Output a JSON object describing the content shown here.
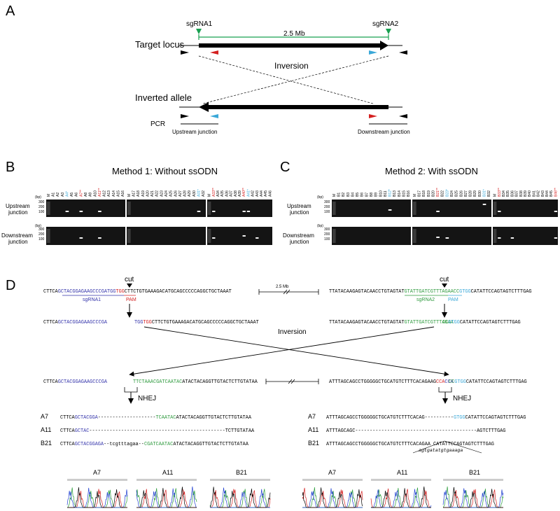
{
  "colors": {
    "sgrna1": "#3333aa",
    "sgrna2": "#2e9a3e",
    "pam_red": "#d42020",
    "pam_blue": "#3aa8d8",
    "green_marker": "#18a050",
    "gel_bg": "#141414",
    "band": "#f2f2f2"
  },
  "panel_a": {
    "letter": "A",
    "target_locus": "Target locus",
    "sgrna1": "sgRNA1",
    "sgrna2": "sgRNA2",
    "distance": "2.5 Mb",
    "inversion": "Inversion",
    "inverted_allele": "Inverted allele",
    "pcr": "PCR",
    "upstream_junction": "Upstream junction",
    "downstream_junction": "Downstream junction"
  },
  "panel_b": {
    "letter": "B",
    "title": "Method 1: Without ssODN",
    "bp": "(bp)",
    "ladder": [
      "300",
      "200",
      "100"
    ],
    "row_up_1": "Upstream",
    "row_up_2": "junction",
    "row_down_1": "Downstream",
    "row_down_2": "junction",
    "lanes": [
      [
        "M",
        "A1",
        "A2",
        "A3",
        "A4*",
        "A5",
        "A6",
        "A7**",
        "A8",
        "A9",
        "A10",
        "A11**",
        "A12",
        "A13",
        "A14",
        "A15",
        "A16"
      ],
      [
        "M",
        "A17",
        "A18",
        "A19",
        "A20",
        "A21",
        "A22",
        "A23",
        "A24",
        "A25",
        "A26",
        "A27",
        "A28",
        "A29",
        "A30",
        "A31*",
        "A32"
      ],
      [
        "M",
        "A33**",
        "A34",
        "A35",
        "A36",
        "A37",
        "A38",
        "A39",
        "A40**",
        "A41*",
        "A42",
        "A43",
        "A44",
        "A45",
        "A46"
      ]
    ]
  },
  "panel_c": {
    "letter": "C",
    "title": "Method 2: With ssODN",
    "bp": "(bp)",
    "ladder": [
      "300",
      "200",
      "100"
    ],
    "row_up_1": "Upstream",
    "row_up_2": "junction",
    "row_down_1": "Downstream",
    "row_down_2": "junction",
    "lanes": [
      [
        "M",
        "B1",
        "B2",
        "B3",
        "B4",
        "B5",
        "B6",
        "B7",
        "B8",
        "B9",
        "B10",
        "B11",
        "B12*",
        "B13",
        "B14",
        "B15",
        "B16"
      ],
      [
        "M",
        "B17",
        "B18",
        "B19",
        "B20",
        "B21**",
        "B22",
        "B23*",
        "B24",
        "B25",
        "B26",
        "B27",
        "B28",
        "B29",
        "B30",
        "B31*",
        "B32"
      ],
      [
        "M",
        "B33**",
        "B34",
        "B35",
        "B36",
        "B37",
        "B38",
        "B39",
        "B40",
        "B41",
        "B42",
        "B43",
        "B44",
        "B45",
        "B46**"
      ]
    ]
  },
  "panel_d": {
    "letter": "D",
    "cut": "cut",
    "distance": "2.5 Mb",
    "sgrna1": "sgRNA1",
    "sgrna2": "sgRNA2",
    "pam": "PAM",
    "inversion": "Inversion",
    "nhej": "NHEJ",
    "seq_l1": [
      {
        "t": "CTTCA",
        "c": "k"
      },
      {
        "t": "GCTACGGAGAAGCCCGATGG",
        "c": "b"
      },
      {
        "t": "TGG",
        "c": "r"
      },
      {
        "t": "CTTCTGTGAAAGACATGCAGCCCCCAGGCTGCTAAAT",
        "c": "k"
      }
    ],
    "seq_r1": [
      {
        "t": "TTATACAAGAGTACAACCTGTAGTAT",
        "c": "k"
      },
      {
        "t": "GTATTGATCGTTTAGAACC",
        "c": "g"
      },
      {
        "t": "GTGG",
        "c": "c"
      },
      {
        "t": "CATATTCCAGTAGTCTTTGAG",
        "c": "k"
      }
    ],
    "seq_l2a": [
      {
        "t": "CTTCA",
        "c": "k"
      },
      {
        "t": "GCTACGGAGAAGCCCGA",
        "c": "b"
      }
    ],
    "seq_l2b": [
      {
        "t": "TGG",
        "c": "b"
      },
      {
        "t": "TGG",
        "c": "r"
      },
      {
        "t": "CTTCTGTGAAAGACATGCAGCCCCCAGGCTGCTAAAT",
        "c": "k"
      }
    ],
    "seq_r2a": [
      {
        "t": "TTATACAAGAGTACAACCTGTAGTAT",
        "c": "k"
      },
      {
        "t": "GTATTGATCGTTTAGAA",
        "c": "g"
      }
    ],
    "seq_r2b": [
      {
        "t": "CC",
        "c": "g"
      },
      {
        "t": "GTGG",
        "c": "c"
      },
      {
        "t": "CATATTCCAGTAGTCTTTGAG",
        "c": "k"
      }
    ],
    "seq_l3a": [
      {
        "t": "CTTCA",
        "c": "k"
      },
      {
        "t": "GCTACGGAGAAGCCCGA",
        "c": "b"
      }
    ],
    "seq_l3b": [
      {
        "t": "TTCTAAACGATCAATAC",
        "c": "g"
      },
      {
        "t": "ATACTACAGGTTGTACTCTTGTATAA",
        "c": "k"
      }
    ],
    "seq_r3a": [
      {
        "t": "ATTTAGCAGCCTGGGGGCTGCATGTCTTTCACAGAAG",
        "c": "k"
      },
      {
        "t": "CCA",
        "c": "r"
      },
      {
        "t": "CCA",
        "c": "b"
      }
    ],
    "seq_r3b": [
      {
        "t": "CC",
        "c": "g"
      },
      {
        "t": "GTGG",
        "c": "c"
      },
      {
        "t": "CATATTCCAGTAGTCTTTGAG",
        "c": "k"
      }
    ],
    "alleles_left": [
      {
        "name": "A7",
        "segs": [
          {
            "t": "CTTCA",
            "c": "k"
          },
          {
            "t": "GCTACGGA",
            "c": "b"
          },
          {
            "t": "--------------------",
            "c": "k"
          },
          {
            "t": "TCAATAC",
            "c": "g"
          },
          {
            "t": "ATACTACAGGTTGTACTCTTGTATAA",
            "c": "k"
          }
        ]
      },
      {
        "name": "A11",
        "segs": [
          {
            "t": "CTTCA",
            "c": "k"
          },
          {
            "t": "GCTAC",
            "c": "b"
          },
          {
            "t": "-----------------------------------------------",
            "c": "k"
          },
          {
            "t": "TCTTGTATAA",
            "c": "k"
          }
        ]
      },
      {
        "name": "B21",
        "segs": [
          {
            "t": "CTTCA",
            "c": "k"
          },
          {
            "t": "GCTACGGAGA",
            "c": "b"
          },
          {
            "t": "--tcgtttagaa--",
            "c": "k"
          },
          {
            "t": "CGATCAATAC",
            "c": "g"
          },
          {
            "t": "ATACTACAGGTTGTACTCTTGTATAA",
            "c": "k"
          }
        ]
      }
    ],
    "alleles_right": [
      {
        "name": "A7",
        "segs": [
          {
            "t": "ATTTAGCAGCCTGGGGGCTGCATGTCTTTCACAG",
            "c": "k"
          },
          {
            "t": "----------",
            "c": "k"
          },
          {
            "t": "GTGG",
            "c": "c"
          },
          {
            "t": "CATATTCCAGTAGTCTTTGAG",
            "c": "k"
          }
        ]
      },
      {
        "name": "A11",
        "segs": [
          {
            "t": "ATTTAGCAGC",
            "c": "k"
          },
          {
            "t": "------------------------------------------",
            "c": "k"
          },
          {
            "t": "AGTCTTTGAG",
            "c": "k"
          }
        ]
      },
      {
        "name": "B21",
        "segs": [
          {
            "t": "ATTTAGCAGCCTGGGGGCTGCATGTCTTTCACAGAA",
            "c": "k"
          },
          {
            "t": "              ",
            "c": "k"
          },
          {
            "t": "CATATTCCAGTAGTCTTTGAG",
            "c": "k"
          }
        ]
      }
    ],
    "insertion": "agtgatatgtgaaaga",
    "chrom_labels": [
      "A7",
      "A11",
      "B21",
      "A7",
      "A11",
      "B21"
    ]
  }
}
